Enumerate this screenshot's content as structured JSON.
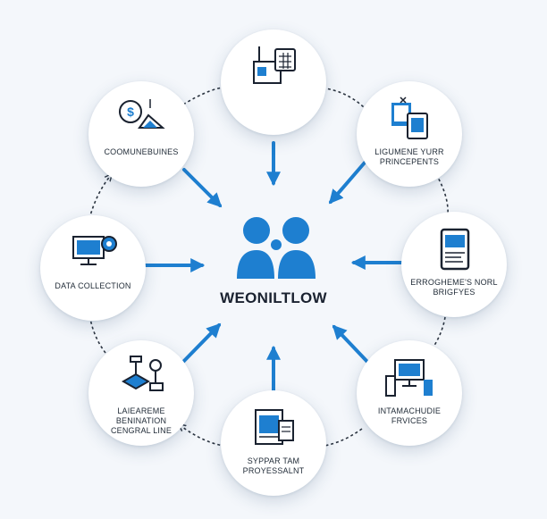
{
  "center": {
    "title": "WEONILTLOW",
    "icon": "people-group-icon"
  },
  "nodes": [
    {
      "id": "top",
      "label": "",
      "icon": "finance-tools-icon"
    },
    {
      "id": "top-right",
      "label": "LIGUMENE YURR\nPRINCEPENTS",
      "icon": "computer-documents-icon"
    },
    {
      "id": "right",
      "label": "ERROGHEME'S NORL\nBRIGFYES",
      "icon": "tablet-document-icon"
    },
    {
      "id": "bottom-right",
      "label": "INTAMACHUDIE\nFRVICES",
      "icon": "monitor-devices-icon"
    },
    {
      "id": "bottom",
      "label": "SYPPAR TAM\nPROYESSALNT",
      "icon": "documents-stack-icon"
    },
    {
      "id": "bottom-left",
      "label": "LAIEAREME BENINATION\nCENGRAL LINE",
      "icon": "network-node-icon"
    },
    {
      "id": "left",
      "label": "DATA COLLECTION",
      "icon": "monitor-gear-icon"
    },
    {
      "id": "top-left",
      "label": "COOMUNEBUINES",
      "icon": "money-gear-icon"
    }
  ],
  "colors": {
    "accent": "#1e7fd0",
    "dark": "#1a2230",
    "ring": "#2b3440"
  }
}
